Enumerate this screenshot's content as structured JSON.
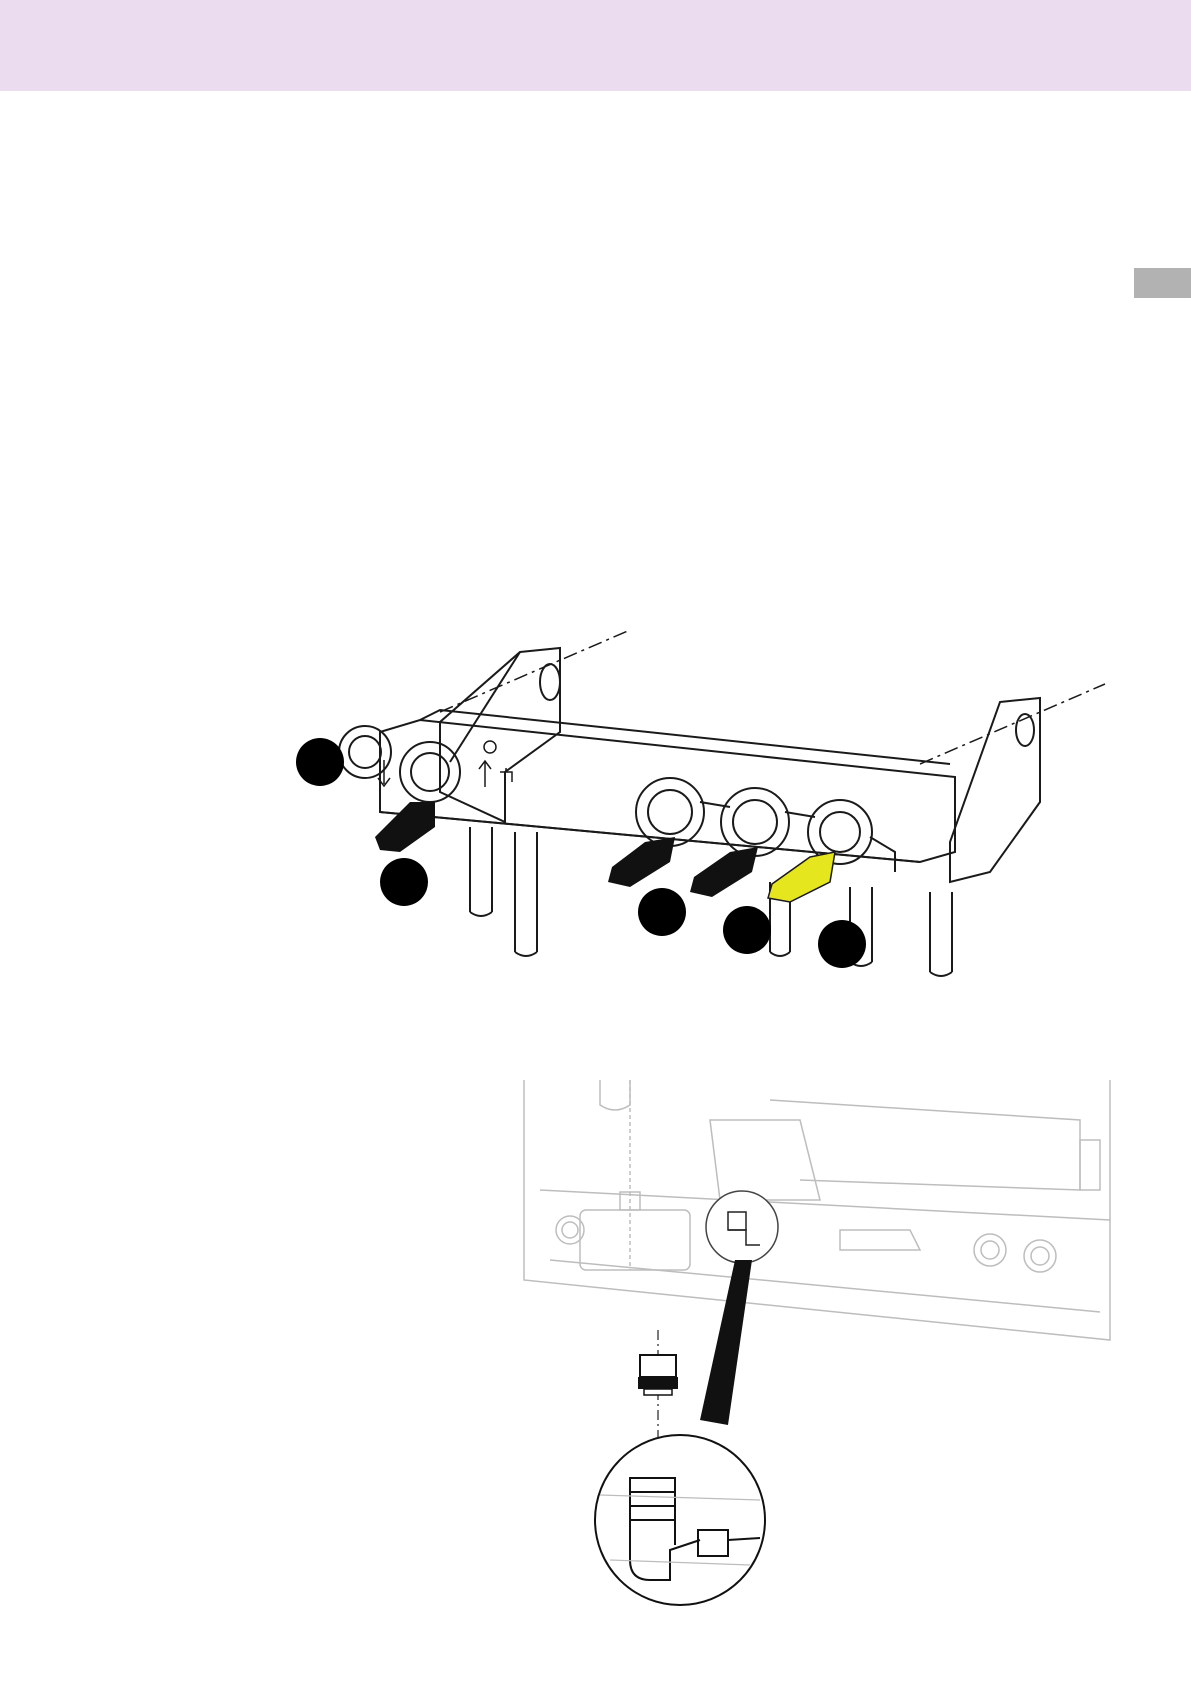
{
  "colors": {
    "header_band": "#ebdcef",
    "side_tab": "#b2b2b2",
    "callout_marker": "#000000",
    "highlighted_lever": "#e6e61e",
    "line_art": "#1a1a1a",
    "faded_line_art": "#bdbdbd"
  },
  "figures": {
    "valve_assembly": {
      "callouts": [
        {
          "id": "callout-1",
          "text": ""
        },
        {
          "id": "callout-2",
          "text": ""
        },
        {
          "id": "callout-3",
          "text": ""
        },
        {
          "id": "callout-4",
          "text": ""
        },
        {
          "id": "callout-5",
          "text": ""
        }
      ],
      "icons": [
        "outlet-arrow-down-icon",
        "inlet-arrow-up-icon",
        "tap-icon"
      ]
    },
    "filter_detail": {
      "icons": [
        "filter-cartridge-icon",
        "magnifier-circle-icon",
        "elbow-fitting-icon"
      ]
    }
  }
}
